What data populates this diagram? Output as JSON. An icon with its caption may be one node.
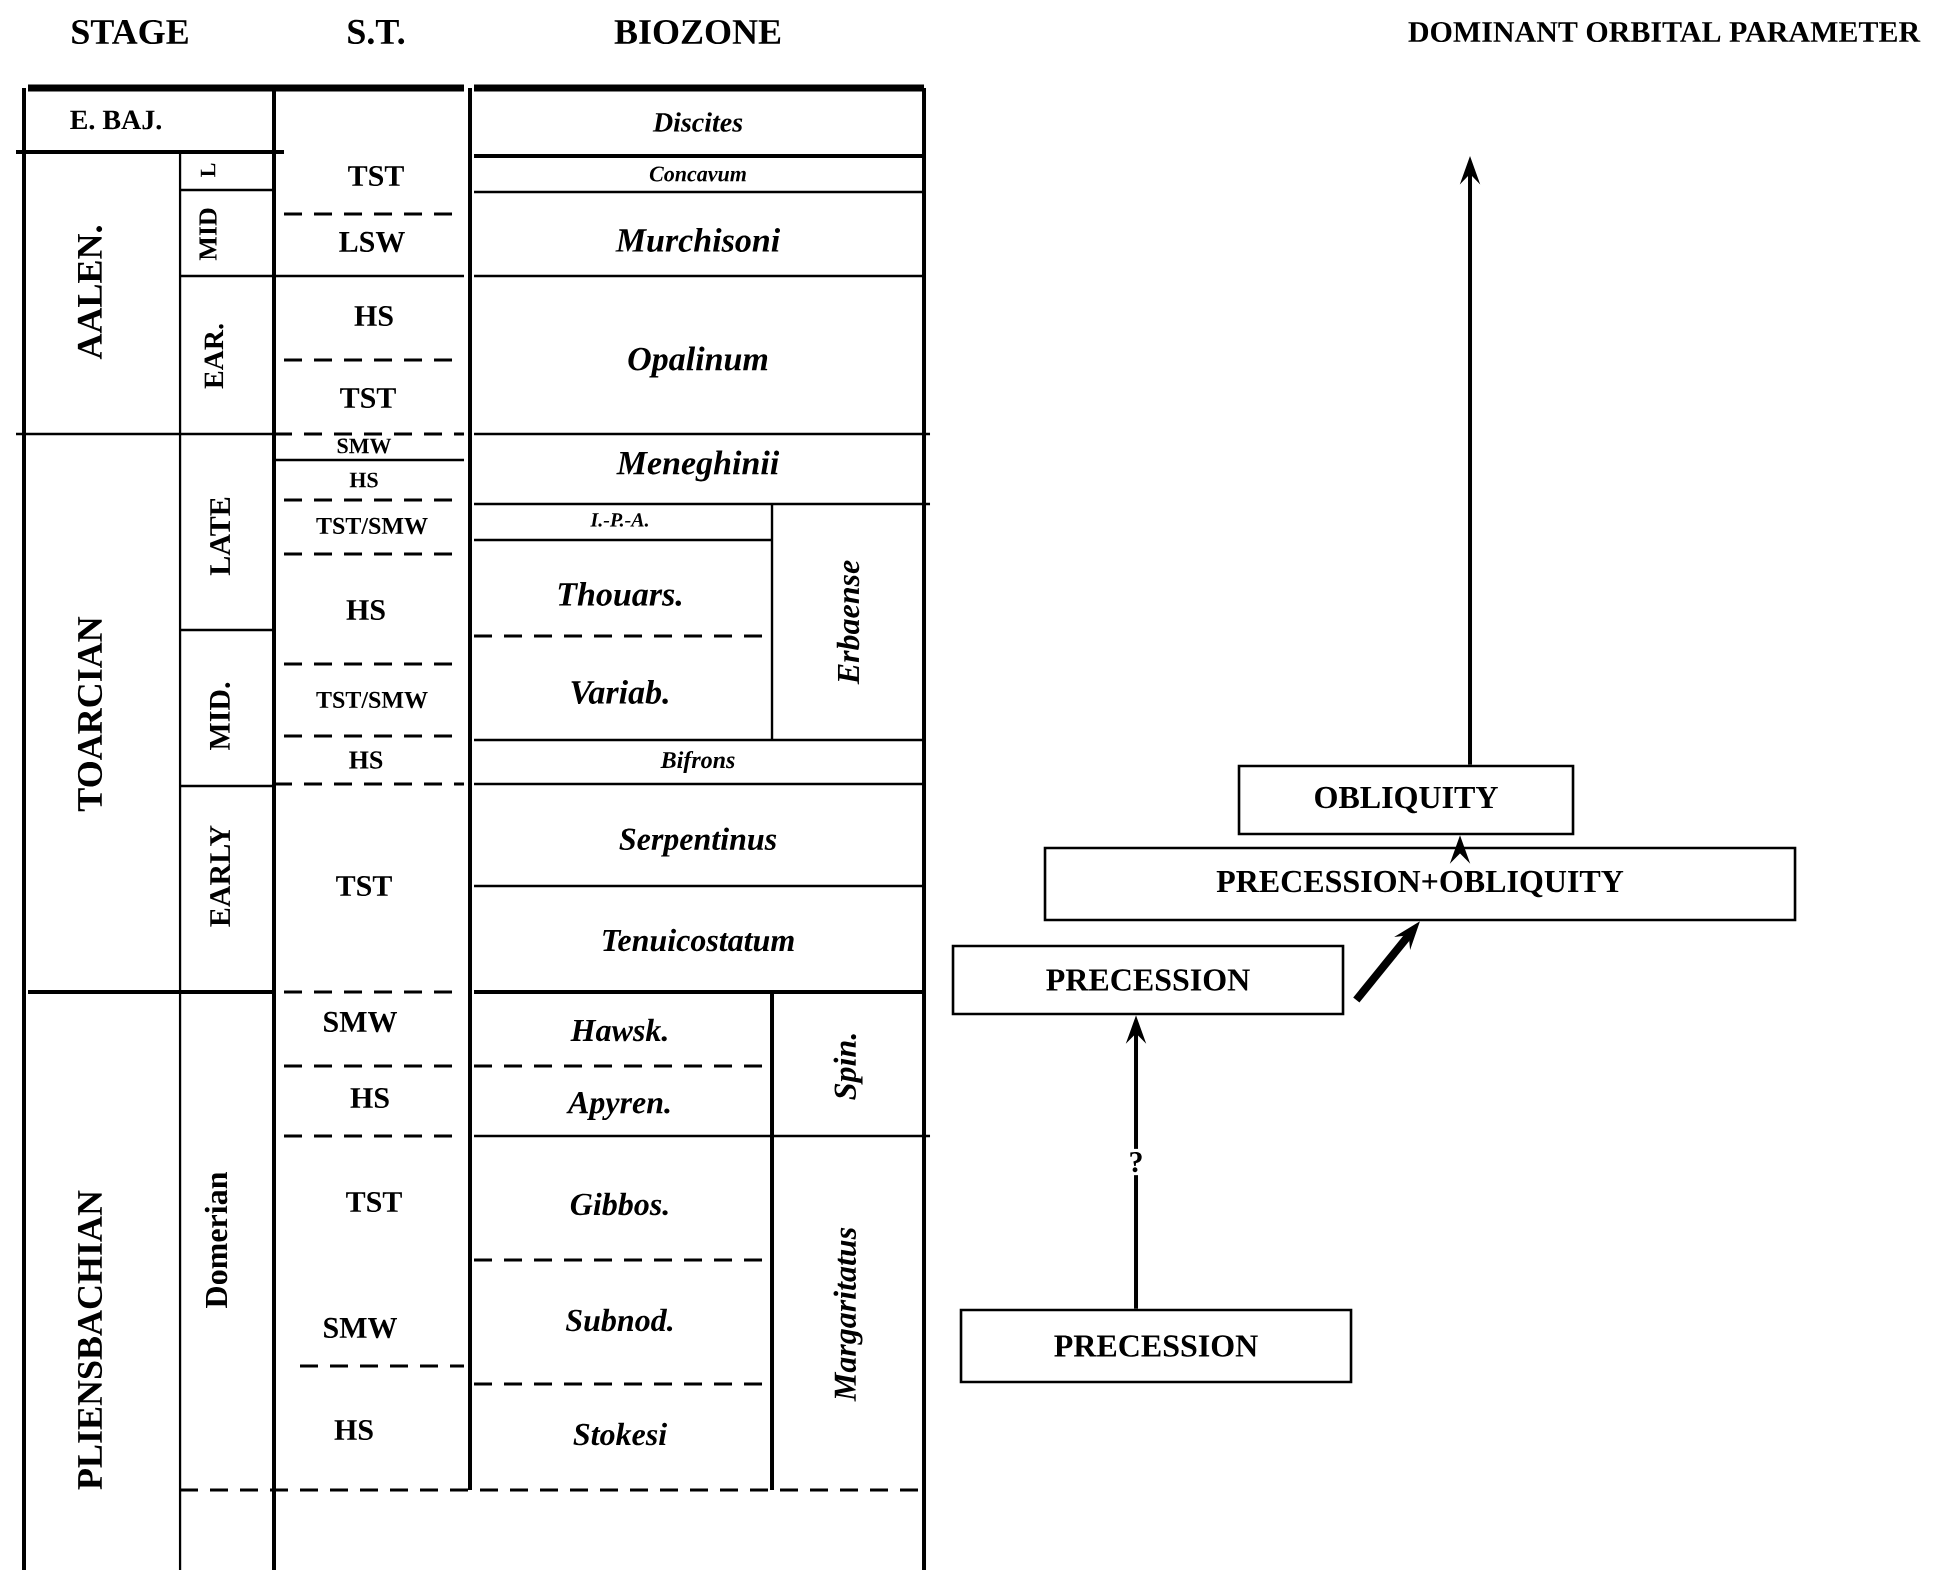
{
  "diagram": {
    "nodes": [
      {
        "text": [
          "OBLIQUITY"
        ]
      },
      {
        "text": [
          "PRECESSION+OBLIQUITY"
        ]
      },
      {
        "text": [
          "PRECESSION"
        ]
      },
      {
        "text": [
          "PRECESSION"
        ]
      }
    ],
    "edges": [
      {
        "from": 0,
        "to": null,
        "arrow": "to"
      },
      {
        "from": 1,
        "to": 0,
        "arrow": "to"
      },
      {
        "from": 2,
        "to": 1,
        "arrow": "to",
        "style": "thick"
      },
      {
        "from": 3,
        "to": 2,
        "arrow": "to",
        "label": "?"
      }
    ],
    "labels": [
      "STAGE",
      "S.T.",
      "BIOZONE",
      "DOMINANT ORBITAL PARAMETER",
      "E. BAJ.",
      "TST",
      "Discites",
      "L",
      "Concavum",
      "AALEN.",
      "MID",
      "LSW",
      "Murchisoni",
      "HS",
      "EAR.",
      "Opalinum",
      "TST",
      "SMW",
      "Meneghinii",
      "HS",
      "LATE",
      "TST/SMW",
      "I.-P.-A.",
      "Erbaense",
      "Thouars.",
      "HS",
      "TOARCIAN",
      "MID.",
      "TST/SMW",
      "Variab.",
      "HS",
      "Bifrons",
      "Serpentinus",
      "EARLY",
      "TST",
      "Tenuicostatum",
      "SMW",
      "Hawsk.",
      "Spin.",
      "HS",
      "Apyren.",
      "PLIENSBACHIAN",
      "Domerian",
      "TST",
      "Gibbos.",
      "Margaritatus",
      "SMW",
      "Subnod.",
      "HS",
      "Stokesi"
    ]
  }
}
